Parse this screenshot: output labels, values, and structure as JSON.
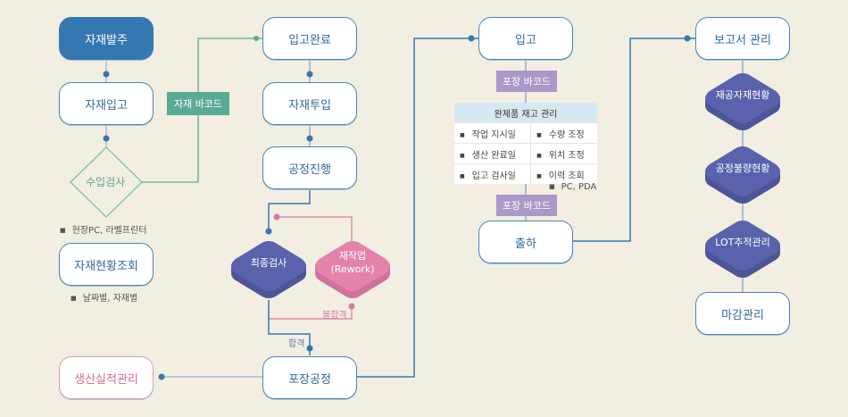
{
  "colors": {
    "background": "#f2eee2",
    "primary_blue": "#3478b2",
    "barcode_green": "#5aab94",
    "barcode_purple": "#a999c8",
    "inspection_indigo": "#5a62ad",
    "rework_pink": "#e483aa",
    "production_pink": "#d86c97"
  },
  "material": {
    "order": "자재발주",
    "receiving": "자재입고",
    "inspection": "수입검사",
    "inspection_note": "현장PC, 라벨프린터",
    "status_query": "자재현황조회",
    "status_note": "날짜별, 자재별",
    "barcode": "자재 바코드"
  },
  "process": {
    "receiving_done": "입고완료",
    "material_input": "자재투입",
    "in_progress": "공정진행",
    "final_inspection": "최종검사",
    "rework": "재작업\n(Rework)",
    "rework_line1": "재작업",
    "rework_line2": "(Rework)",
    "fail_label": "불합격",
    "pass_label": "합격",
    "packaging": "포장공정",
    "production_perf": "생산실적관리"
  },
  "warehouse": {
    "inbound": "입고",
    "barcode_top": "포장 바코드",
    "barcode_bottom": "포장 바코드",
    "inventory_title": "완제품 재고 관리",
    "inventory_rows": [
      [
        "작업 지시일",
        "수량 조정"
      ],
      [
        "생산 완료일",
        "위치 조정"
      ],
      [
        "입고 검사일",
        "이력 조회"
      ]
    ],
    "device_note": "PC, PDA",
    "shipping": "출하"
  },
  "reports": {
    "report_mgmt": "보고서 관리",
    "wip_status": "재공자재현황",
    "defect_status": "공정불량현황",
    "lot_tracking": "LOT추적관리",
    "closing": "마감관리"
  }
}
